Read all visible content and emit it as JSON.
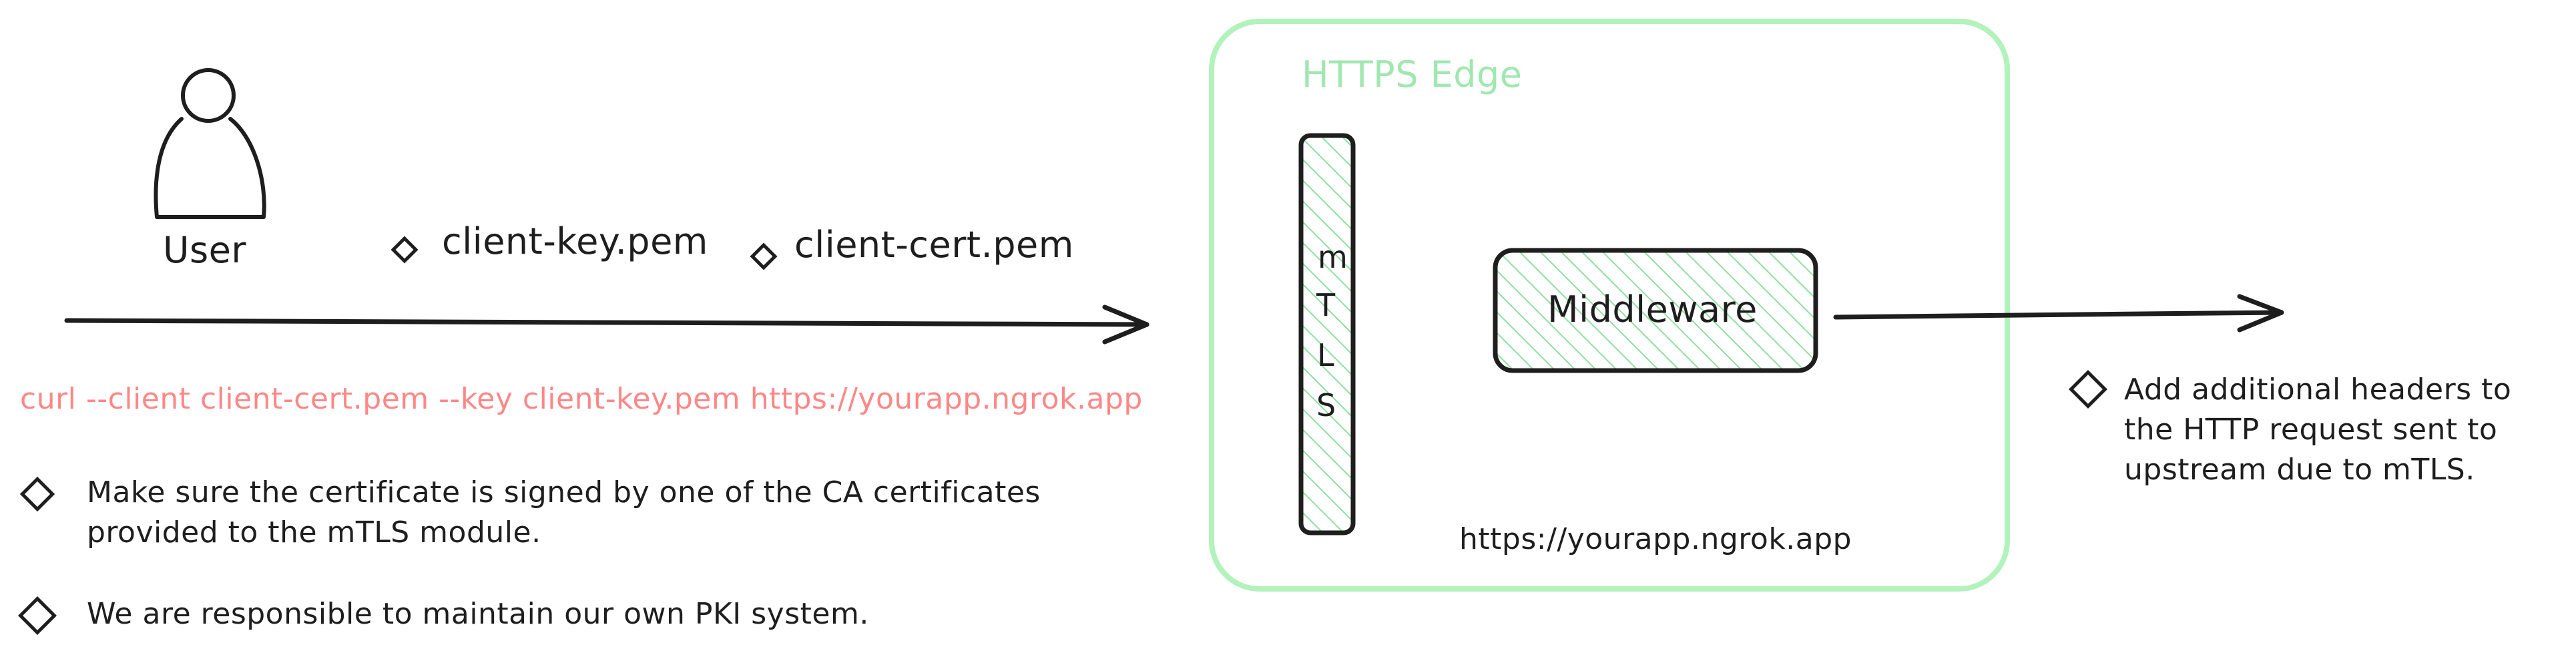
{
  "colors": {
    "ink": "#1e1e1e",
    "edge_green": "#b2f2bb",
    "edge_title_green": "#a0e7b0",
    "hatch_green": "#8fe0a1",
    "curl_red": "#ff8787"
  },
  "icons": {
    "user": "user-icon",
    "bullet": "diamond-icon",
    "arrow": "arrow-right-icon"
  },
  "user": {
    "label": "User"
  },
  "files": {
    "key": "client-key.pem",
    "cert": "client-cert.pem"
  },
  "curl_command": "curl --client client-cert.pem --key client-key.pem https://yourapp.ngrok.app",
  "notes": {
    "note1_line1": "Make sure the certificate is signed by one of the CA certificates",
    "note1_line2": "provided to the mTLS module.",
    "note2": "We are responsible to maintain our own PKI system."
  },
  "edge": {
    "title": "HTTPS Edge",
    "mtls_letters": [
      "m",
      "T",
      "L",
      "S"
    ],
    "middleware": "Middleware",
    "url": "https://yourapp.ngrok.app"
  },
  "upstream_note": {
    "line1": "Add additional headers to",
    "line2": "the HTTP request sent to",
    "line3": "upstream due to mTLS."
  }
}
